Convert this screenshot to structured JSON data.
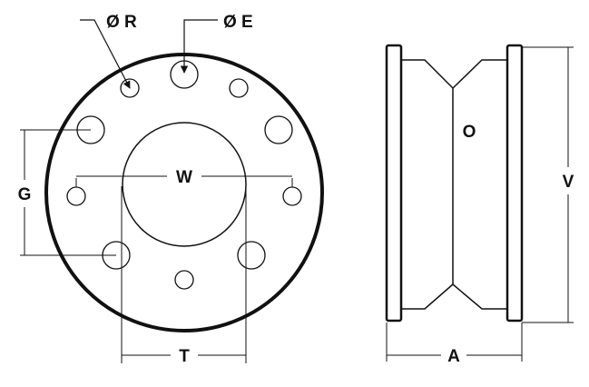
{
  "labels": {
    "dia_r": "Ø R",
    "dia_e": "Ø E",
    "g": "G",
    "w": "W",
    "t": "T",
    "o": "O",
    "v": "V",
    "a": "A"
  },
  "colors": {
    "stroke": "#111111",
    "background": "#ffffff"
  }
}
